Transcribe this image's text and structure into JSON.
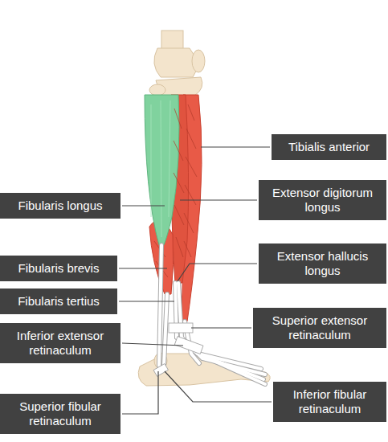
{
  "diagram": {
    "nodes": [
      {
        "text": [
          "Tibialis anterior"
        ]
      },
      {
        "text": [
          "Extensor digitorum longus"
        ]
      },
      {
        "text": [
          "Fibularis longus"
        ]
      },
      {
        "text": [
          "Extensor hallucis longus"
        ]
      },
      {
        "text": [
          "Fibularis brevis"
        ]
      },
      {
        "text": [
          "Fibularis tertius"
        ]
      },
      {
        "text": [
          "Superior extensor retinaculum"
        ]
      },
      {
        "text": [
          "Inferior extensor retinaculum"
        ]
      },
      {
        "text": [
          "Inferior fibular retinaculum"
        ]
      },
      {
        "text": [
          "Superior fibular retinaculum"
        ]
      }
    ]
  }
}
